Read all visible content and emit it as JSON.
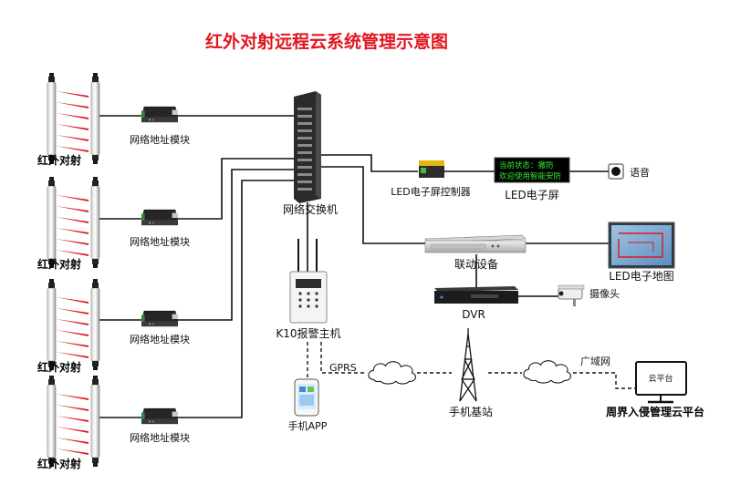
{
  "title": "红外对射远程云系统管理示意图",
  "sensors": [
    {
      "label": "红外对射",
      "module_label": "网络地址模块"
    },
    {
      "label": "红外对射",
      "module_label": "网络地址模块"
    },
    {
      "label": "红外对射",
      "module_label": "网络地址模块"
    },
    {
      "label": "红外对射",
      "module_label": "网络地址模块"
    }
  ],
  "switch": {
    "label": "网络交换机"
  },
  "led_controller": {
    "label": "LED电子屏控制器"
  },
  "led_screen": {
    "label": "LED电子屏",
    "line1": "当前状态：撤防",
    "line2": "欢迎使用智能安防"
  },
  "speaker": {
    "label": "语音"
  },
  "linkage": {
    "label": "联动设备"
  },
  "led_map": {
    "label": "LED电子地图"
  },
  "dvr": {
    "label": "DVR"
  },
  "camera": {
    "label": "摄像头"
  },
  "alarm_host": {
    "label": "K10报警主机"
  },
  "gprs": {
    "label": "GPRS"
  },
  "phone": {
    "label": "手机APP"
  },
  "tower": {
    "label": "手机基站"
  },
  "wan": {
    "label": "广域网"
  },
  "cloud_platform": {
    "screen_label": "云平台",
    "label": "周界入侵管理云平台"
  },
  "colors": {
    "title": "#e0161f",
    "beam": "#e0161f",
    "led_text": "#38e838",
    "wire": "#111111"
  }
}
